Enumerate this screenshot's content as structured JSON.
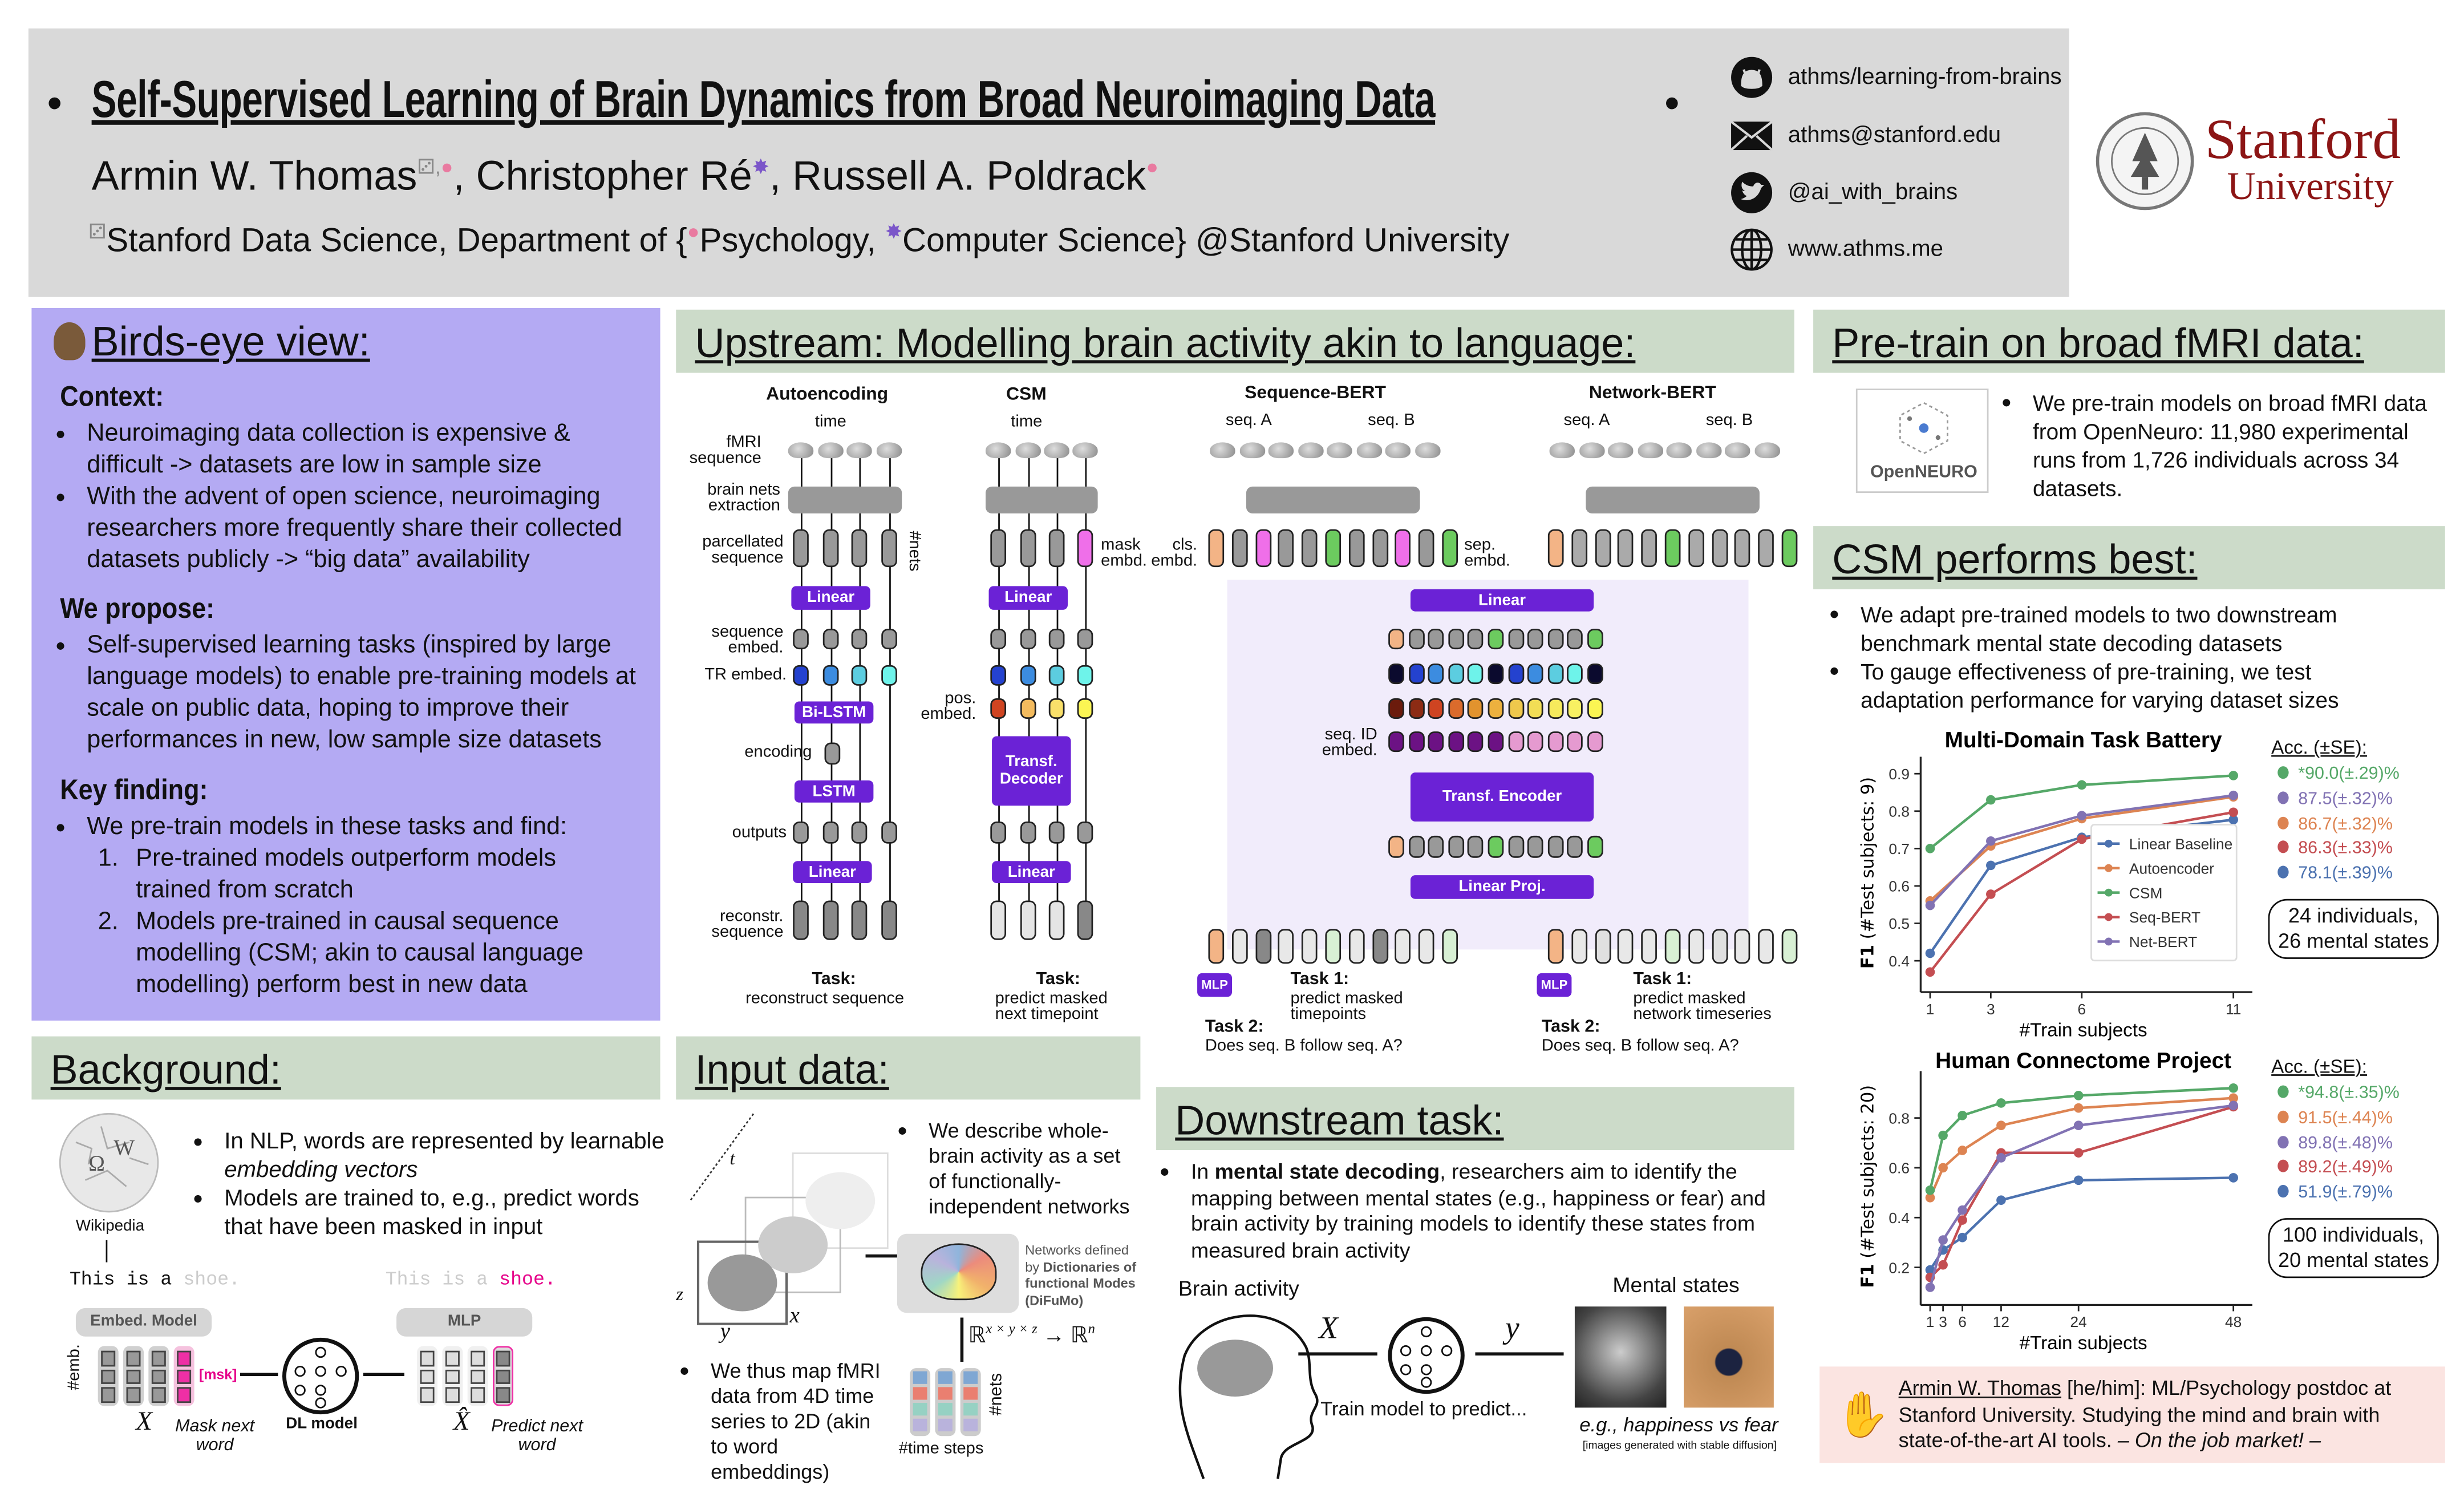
{
  "header": {
    "title": "Self-Supervised Learning of Brain Dynamics from Broad Neuroimaging Data",
    "authors": [
      "Armin W. Thomas",
      "Christopher Ré",
      "Russell A. Poldrack"
    ],
    "affiliation_parts": [
      "Stanford Data Science, Department of {",
      "Psychology, ",
      "Computer Science} @Stanford University"
    ],
    "contacts": [
      {
        "icon": "github-icon",
        "text": "athms/learning-from-brains"
      },
      {
        "icon": "mail-icon",
        "text": "athms@stanford.edu"
      },
      {
        "icon": "twitter-icon",
        "text": "@ai_with_brains"
      },
      {
        "icon": "globe-icon",
        "text": "www.athms.me"
      }
    ],
    "logo": {
      "line1": "Stanford",
      "line2": "University"
    }
  },
  "birds_eye": {
    "title": "Birds-eye view:",
    "context_label": "Context:",
    "context": [
      "Neuroimaging data collection is expensive & difficult -> datasets are low in sample size",
      "With the advent of open science, neuroimaging researchers more frequently share their collected datasets publicly -> “big data” availability"
    ],
    "propose_label": "We propose:",
    "propose": [
      "Self-supervised learning tasks (inspired by large language models) to enable pre-training models at scale on public data, hoping to improve their performances in new, low sample size datasets"
    ],
    "finding_label": "Key finding:",
    "finding_intro": "We pre-train models in these tasks and find:",
    "findings": [
      "Pre-trained models outperform models trained from scratch",
      "Models pre-trained in causal sequence modelling (CSM; akin to causal language modelling) perform best in new data"
    ]
  },
  "upstream": {
    "title": "Upstream: Modelling brain activity akin to language:",
    "autoencoding": {
      "title": "Autoencoding",
      "time": "time",
      "fmri": "fMRI sequence",
      "brain_nets": "brain nets extraction",
      "parcellated": "parcellated sequence",
      "nets": "#nets",
      "linear": "Linear",
      "seq_embed": "sequence embed.",
      "tr_embed": "TR embed.",
      "bilstm": "Bi-LSTM",
      "encoding": "encoding",
      "lstm": "LSTM",
      "outputs": "outputs",
      "linear2": "Linear",
      "reconstr": "reconstr. sequence",
      "task_label": "Task:",
      "task": "reconstruct sequence"
    },
    "csm": {
      "title": "CSM",
      "time": "time",
      "mask": "mask embd.",
      "linear": "Linear",
      "pos": "pos. embed.",
      "decoder": "Transf. Decoder",
      "linear2": "Linear",
      "task_label": "Task:",
      "task": "predict masked next timepoint"
    },
    "seq_bert": {
      "title": "Sequence-BERT",
      "seq_a": "seq. A",
      "seq_b": "seq. B",
      "cls": "cls. embd.",
      "sep": "sep. embd.",
      "mlp": "MLP",
      "task1_label": "Task 1:",
      "task1": "predict masked timepoints",
      "task2_label": "Task 2:",
      "task2": "Does seq. B follow seq. A?"
    },
    "net_bert": {
      "title": "Network-BERT",
      "seq_a": "seq. A",
      "seq_b": "seq. B",
      "mlp": "MLP",
      "task1_label": "Task 1:",
      "task1": "predict masked network timeseries",
      "task2_label": "Task 2:",
      "task2": "Does seq. B follow seq. A?"
    },
    "shared": {
      "linear": "Linear",
      "seq_id": "seq. ID embed.",
      "encoder": "Transf. Encoder",
      "linear_proj": "Linear Proj."
    }
  },
  "pretrain": {
    "title": "Pre-train on broad fMRI data:",
    "logo": "OpenNEURO",
    "text": "We pre-train models on broad fMRI data from OpenNeuro: 11,980 experimental runs from 1,726 individuals across 34 datasets."
  },
  "csm_best": {
    "title": "CSM performs best:",
    "bullets": [
      "We adapt pre-trained models to two downstream benchmark mental state decoding datasets",
      "To gauge effectiveness of pre-training, we test adaptation performance for varying dataset sizes"
    ],
    "acc_label": "Acc. (±SE):"
  },
  "chart_data": [
    {
      "type": "line",
      "title": "Multi-Domain Task Battery",
      "xlabel": "#Train subjects",
      "ylabel": "F1 (#Test subjects: 9)",
      "ylabel_bold": "F1",
      "ylabel_rest": " (#Test subjects: 9)",
      "x": [
        1,
        3,
        6,
        11
      ],
      "x_ticks": [
        "1",
        "3",
        "6",
        "11"
      ],
      "y_ticks": [
        "0.4",
        "0.5",
        "0.6",
        "0.7",
        "0.8",
        "0.9"
      ],
      "ylim": [
        0.35,
        0.92
      ],
      "legend": "lower-right",
      "series": [
        {
          "name": "Linear Baseline",
          "color": "#4c72b0",
          "values": [
            0.42,
            0.655,
            0.73,
            0.777
          ]
        },
        {
          "name": "Autoencoder",
          "color": "#dd8452",
          "values": [
            0.56,
            0.707,
            0.78,
            0.838
          ]
        },
        {
          "name": "CSM",
          "color": "#55a868",
          "values": [
            0.7,
            0.83,
            0.87,
            0.895
          ]
        },
        {
          "name": "Seq-BERT",
          "color": "#c44e52",
          "values": [
            0.37,
            0.578,
            0.725,
            0.797
          ]
        },
        {
          "name": "Net-BERT",
          "color": "#8172b3",
          "values": [
            0.548,
            0.72,
            0.788,
            0.842
          ]
        }
      ],
      "accuracy": [
        {
          "text": "*90.0(±.29)%",
          "color": "#55a868"
        },
        {
          "text": "87.5(±.32)%",
          "color": "#8172b3"
        },
        {
          "text": "86.7(±.32)%",
          "color": "#dd8452"
        },
        {
          "text": "86.3(±.33)%",
          "color": "#c44e52"
        },
        {
          "text": "78.1(±.39)%",
          "color": "#4c72b0"
        }
      ],
      "info": [
        "24 individuals,",
        "26 mental states"
      ]
    },
    {
      "type": "line",
      "title": "Human Connectome Project",
      "xlabel": "#Train subjects",
      "ylabel": "F1 (#Test subjects: 20)",
      "ylabel_bold": "F1",
      "ylabel_rest": " (#Test subjects: 20)",
      "x": [
        1,
        3,
        6,
        12,
        24,
        48
      ],
      "x_ticks": [
        "1",
        "3",
        "6",
        "12",
        "24",
        "48"
      ],
      "y_ticks": [
        "0.2",
        "0.4",
        "0.6",
        "0.8"
      ],
      "ylim": [
        0.1,
        0.95
      ],
      "series": [
        {
          "name": "Linear Baseline",
          "color": "#4c72b0",
          "values": [
            0.19,
            0.27,
            0.32,
            0.47,
            0.55,
            0.56
          ]
        },
        {
          "name": "Autoencoder",
          "color": "#dd8452",
          "values": [
            0.48,
            0.6,
            0.67,
            0.77,
            0.84,
            0.88
          ]
        },
        {
          "name": "CSM",
          "color": "#55a868",
          "values": [
            0.51,
            0.73,
            0.81,
            0.86,
            0.89,
            0.92
          ]
        },
        {
          "name": "Seq-BERT",
          "color": "#c44e52",
          "values": [
            0.16,
            0.21,
            0.39,
            0.66,
            0.66,
            0.845
          ]
        },
        {
          "name": "Net-BERT",
          "color": "#8172b3",
          "values": [
            0.12,
            0.31,
            0.43,
            0.64,
            0.77,
            0.85
          ]
        }
      ],
      "accuracy": [
        {
          "text": "*94.8(±.35)%",
          "color": "#55a868"
        },
        {
          "text": "91.5(±.44)%",
          "color": "#dd8452"
        },
        {
          "text": "89.8(±.48)%",
          "color": "#8172b3"
        },
        {
          "text": "89.2(±.49)%",
          "color": "#c44e52"
        },
        {
          "text": "51.9(±.79)%",
          "color": "#4c72b0"
        }
      ],
      "info": [
        "100 individuals,",
        "20 mental states"
      ]
    }
  ],
  "background": {
    "title": "Background:",
    "wiki": "Wikipedia",
    "bullet1_a": "In NLP, words are represented by learnable ",
    "bullet1_b": "embedding vectors",
    "bullet2": "Models are trained to, e.g., predict words that have been masked in input",
    "sentence_words": [
      "This",
      "is",
      "a",
      "shoe."
    ],
    "embed_model": "Embed. Model",
    "mlp": "MLP",
    "emb_axis": "#emb.",
    "msk": "[msk]",
    "x": "X",
    "x_hat": "X̂",
    "mask_next": "Mask next word",
    "dl_model": "DL model",
    "predict_next": "Predict next word"
  },
  "input_data": {
    "title": "Input data:",
    "bullet1": "We describe whole-brain activity as a set of functionally-independent networks",
    "networks_a": "Networks defined by ",
    "networks_b": "Dictionaries of functional Modes (DiFuMo)",
    "mapping": "ℝ^{x × y × z} → ℝ^n",
    "mapping_lhs": "ℝ",
    "mapping_sup": "x × y × z",
    "mapping_arrow": " → ℝ",
    "mapping_n": "n",
    "axes": [
      "t",
      "z",
      "y",
      "x"
    ],
    "nets": "#nets",
    "time_steps": "#time steps",
    "bullet2": "We thus map fMRI data from 4D time series to 2D (akin to word embeddings)"
  },
  "downstream": {
    "title": "Downstream task:",
    "text_a": "In ",
    "text_b": "mental state decoding",
    "text_c": ", researchers aim to identify the mapping between mental states (e.g., happiness or fear) and brain activity by training models to identify these states from measured brain activity",
    "brain_activity": "Brain activity",
    "mental_states": "Mental states",
    "x": "X",
    "y": "y",
    "train": "Train model to predict...",
    "example": "e.g., happiness vs fear",
    "credit": "[images generated with stable diffusion]"
  },
  "footer": {
    "name": "Armin W. Thomas",
    "text": " [he/him]: ML/Psychology postdoc at Stanford University. Studying the mind and brain with state-of-the-art AI tools.",
    "market": "– On the job market! –"
  }
}
